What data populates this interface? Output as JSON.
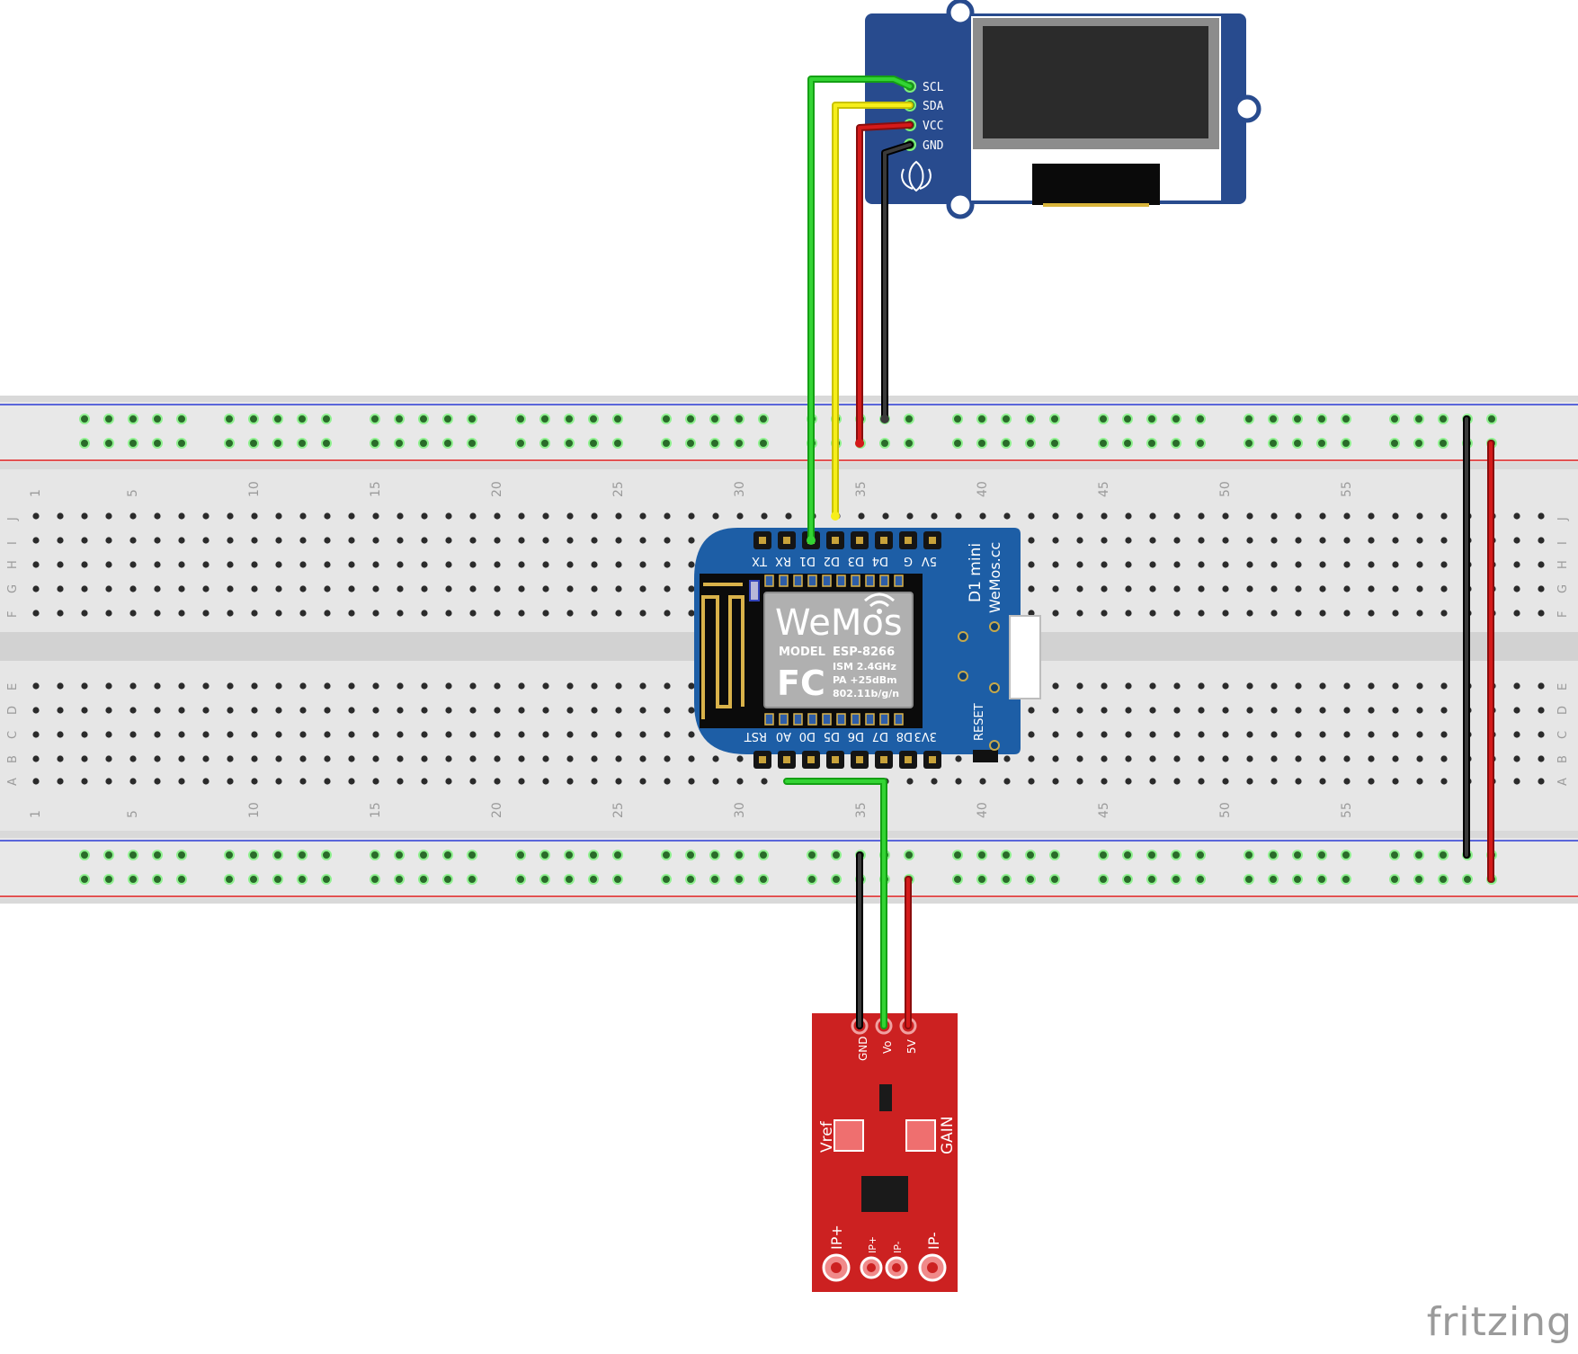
{
  "oled": {
    "pins": [
      "SCL",
      "SDA",
      "VCC",
      "GND"
    ]
  },
  "wemos": {
    "top_pins": [
      "TX",
      "RX",
      "D1",
      "D2",
      "D3",
      "D4",
      "G",
      "5V"
    ],
    "bottom_pins": [
      "RST",
      "A0",
      "D0",
      "D5",
      "D6",
      "D7",
      "D8",
      "3V3"
    ],
    "name_line1": "D1 mini",
    "name_line2": "WeMos.cc",
    "reset_label": "RESET",
    "logo": "WeMos",
    "model_label": "MODEL",
    "model": "ESP-8266",
    "fcc": "FC",
    "spec1": "ISM 2.4GHz",
    "spec2": "PA +25dBm",
    "spec3": "802.11b/g/n"
  },
  "breadboard": {
    "column_numbers": [
      "1",
      "5",
      "10",
      "15",
      "20",
      "25",
      "30",
      "35",
      "40",
      "45",
      "50",
      "55"
    ],
    "rows_top": [
      "J",
      "I",
      "H",
      "G",
      "F"
    ],
    "rows_bottom": [
      "E",
      "D",
      "C",
      "B",
      "A"
    ]
  },
  "sensor": {
    "pins": [
      "GND",
      "Vo",
      "5V"
    ],
    "vref": "Vref",
    "gain": "GAIN",
    "ip_plus": "IP+",
    "ip_minus": "IP-",
    "ip_plus_small": "IP+",
    "ip_minus_small": "IP-"
  },
  "wires": {
    "green": "#1fbf1f",
    "yellow": "#f2ea00",
    "red": "#c81414",
    "black": "#222222"
  },
  "brand": "fritzing"
}
